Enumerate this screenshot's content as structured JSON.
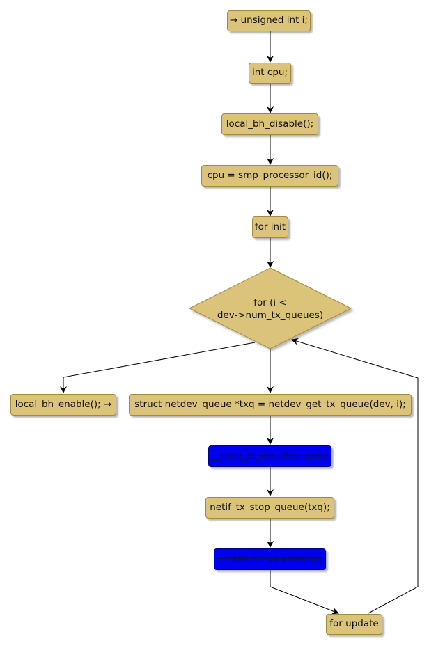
{
  "diagram": {
    "nodes": {
      "n1": "→ unsigned int i;",
      "n2": "int cpu;",
      "n3": "local_bh_disable();",
      "n4": "cpu = smp_processor_id();",
      "n5": "for init",
      "cond_line1": "for (i <",
      "cond_line2": "dev->num_tx_queues)",
      "exit": "local_bh_enable(); →",
      "body1": "struct netdev_queue *txq = netdev_get_tx_queue(dev, i);",
      "body2": "__netif_tx_lock(txq, cpu);",
      "body3": "netif_tx_stop_queue(txq);",
      "body4": "__netif_tx_unlock(txq);",
      "update": "for update"
    },
    "colors": {
      "node_fill": "#dcc37a",
      "highlight_fill": "#0000f0",
      "edge": "#000000"
    }
  }
}
